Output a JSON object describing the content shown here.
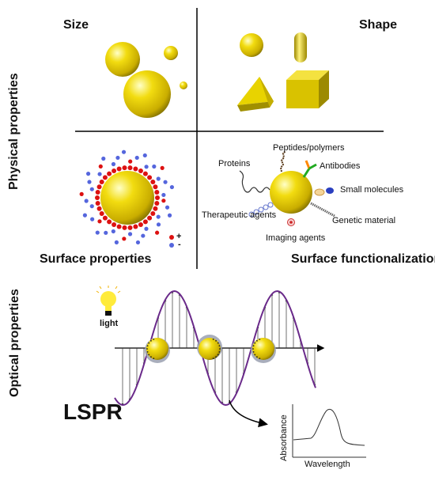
{
  "section_labels": {
    "physical": "Physical properties",
    "optical": "Optical properties"
  },
  "quadrants": {
    "size": "Size",
    "shape": "Shape",
    "surface_properties": "Surface properties",
    "surface_functionalization": "Surface functionalization"
  },
  "charge_legend": {
    "positive": "+",
    "negative": "-"
  },
  "functional_groups": {
    "proteins": "Proteins",
    "peptides": "Peptides/polymers",
    "antibodies": "Antibodies",
    "small_molecules": "Small molecules",
    "therapeutic": "Therapeutic agents",
    "genetic": "Genetic material",
    "imaging": "Imaging agents"
  },
  "optical": {
    "light": "light",
    "lspr": "LSPR",
    "plot_ylabel": "Absorbance",
    "plot_xlabel": "Wavelength"
  },
  "colors": {
    "gold": "#e6cc00",
    "gold_dark": "#8a7a00",
    "wave": "#6a2a8a",
    "positive_charge": "#dd1111",
    "negative_charge": "#5566dd"
  }
}
